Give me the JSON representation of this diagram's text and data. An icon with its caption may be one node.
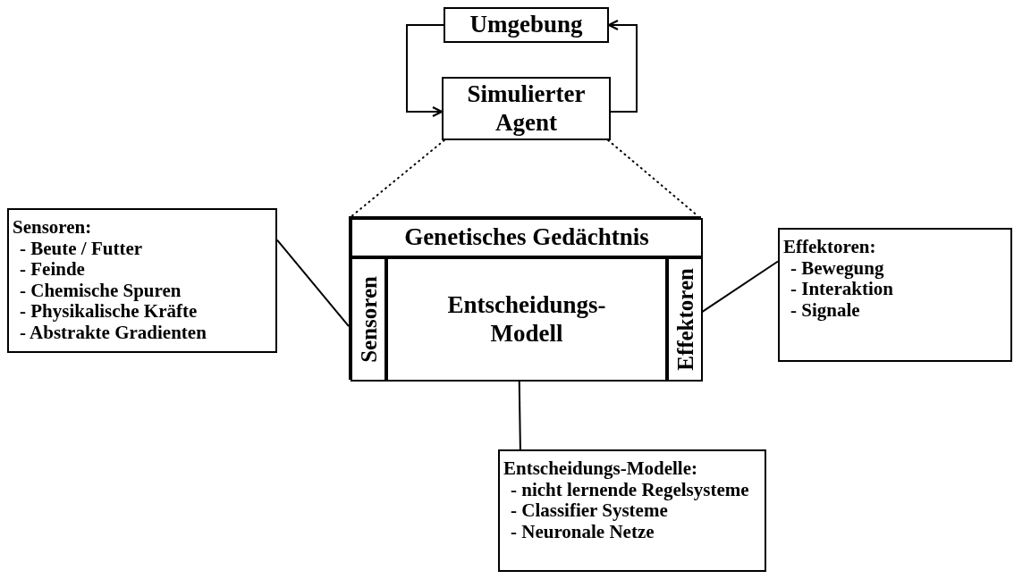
{
  "diagram": {
    "nodes": [
      {
        "text": [
          "Umgebung"
        ]
      },
      {
        "text": [
          "Simulierter Agent"
        ]
      },
      {
        "text": [],
        "shape": "box"
      },
      {
        "text": [
          "Genetisches Gedächtnis"
        ],
        "in": 2
      },
      {
        "text": [
          "Sensoren"
        ],
        "in": 2
      },
      {
        "text": [
          "Entscheidungs- Modell"
        ],
        "in": 2
      },
      {
        "text": [
          "Effektoren"
        ],
        "in": 2
      },
      {
        "text": [
          "Sensoren:",
          "- Beute / Futter",
          "- Feinde",
          "- Chemische Spuren",
          "- Physikalische Kräfte",
          "- Abstrakte Gradienten"
        ]
      },
      {
        "text": [
          "Effektoren:",
          "- Bewegung",
          "- Interaktion",
          "- Signale"
        ]
      },
      {
        "text": [
          "Entscheidungs-Modelle:",
          "- nicht lernende Regelsysteme",
          "- Classifier Systeme",
          "- Neuronale Netze"
        ]
      }
    ],
    "edges": [
      {
        "from": 0,
        "to": 1,
        "arrow": "to"
      },
      {
        "from": 1,
        "to": 0,
        "arrow": "to"
      },
      {
        "from": 1,
        "to": 2,
        "arrow": "none",
        "style": "dashed"
      },
      {
        "from": 1,
        "to": 2,
        "arrow": "none",
        "style": "dashed"
      },
      {
        "from": 7,
        "to": 4,
        "arrow": "none"
      },
      {
        "from": 6,
        "to": 8,
        "arrow": "none"
      },
      {
        "from": 5,
        "to": 9,
        "arrow": "none"
      }
    ]
  }
}
